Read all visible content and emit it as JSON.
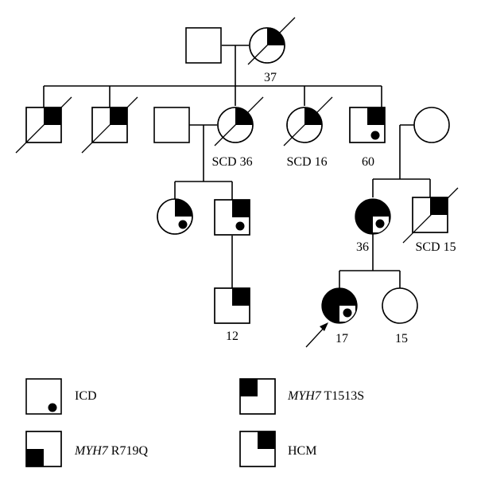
{
  "individuals": {
    "gen1_father": {
      "label": ""
    },
    "gen1_mother": {
      "label": "37"
    },
    "gen2_son1": {
      "label": ""
    },
    "gen2_son2": {
      "label": ""
    },
    "gen2_spouse_m": {
      "label": ""
    },
    "gen2_daughter1": {
      "label": "SCD 36"
    },
    "gen2_daughter2": {
      "label": "SCD 16"
    },
    "gen2_son3": {
      "label": "60"
    },
    "gen2_spouse_f": {
      "label": ""
    },
    "gen3_daughter_a": {
      "label": ""
    },
    "gen3_son_a": {
      "label": ""
    },
    "gen3_daughter_b": {
      "label": "36"
    },
    "gen3_son_b": {
      "label": "SCD 15"
    },
    "gen4_son_a": {
      "label": "12"
    },
    "gen4_proband": {
      "label": "17"
    },
    "gen4_daughter_b": {
      "label": "15"
    }
  },
  "legend": {
    "icd": {
      "label": "ICD"
    },
    "t1513s": {
      "gene": "MYH7",
      "variant": " T1513S"
    },
    "r719q": {
      "gene": "MYH7",
      "variant": " R719Q"
    },
    "hcm": {
      "label": "HCM"
    }
  }
}
